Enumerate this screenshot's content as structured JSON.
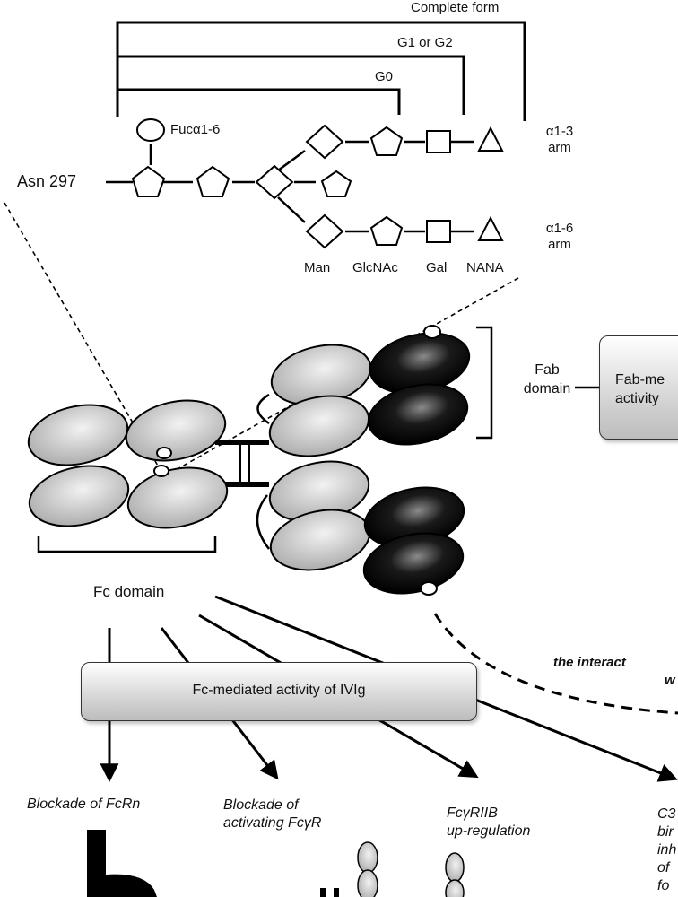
{
  "glycan": {
    "bracket_complete": "Complete form",
    "bracket_g1g2": "G1 or G2",
    "bracket_g0": "G0",
    "fucose": "Fucα1-6",
    "asn": "Asn 297",
    "arm13_line1": "α1-3",
    "arm13_line2": "arm",
    "arm16_line1": "α1-6",
    "arm16_line2": "arm",
    "legend": {
      "man": "Man",
      "glcnac": "GlcNAc",
      "gal": "Gal",
      "nana": "NANA"
    }
  },
  "antibody": {
    "fab_line1": "Fab",
    "fab_line2": "domain",
    "fab_box_line1": "Fab-me",
    "fab_box_line2": "activity",
    "fc_domain": "Fc domain",
    "interaction_line1": "the interact",
    "interaction_line2": "w",
    "fc_box": "Fc-mediated activity of IVIg"
  },
  "mechanisms": {
    "m1_line1": "Blockade of FcRn",
    "m2_line1": "Blockade of",
    "m2_line2": "activating FcγR",
    "m3_line1": "FcγRIIB",
    "m3_line2": "up-regulation",
    "m4_line1": "C3",
    "m4_line2": "bir",
    "m4_line3": "inh",
    "m4_line4": "of",
    "m4_line5": "fo"
  },
  "colors": {
    "light_domain": "#c8c8c8",
    "dark_domain": "#111111",
    "box_fill": "#d0d0d0"
  }
}
